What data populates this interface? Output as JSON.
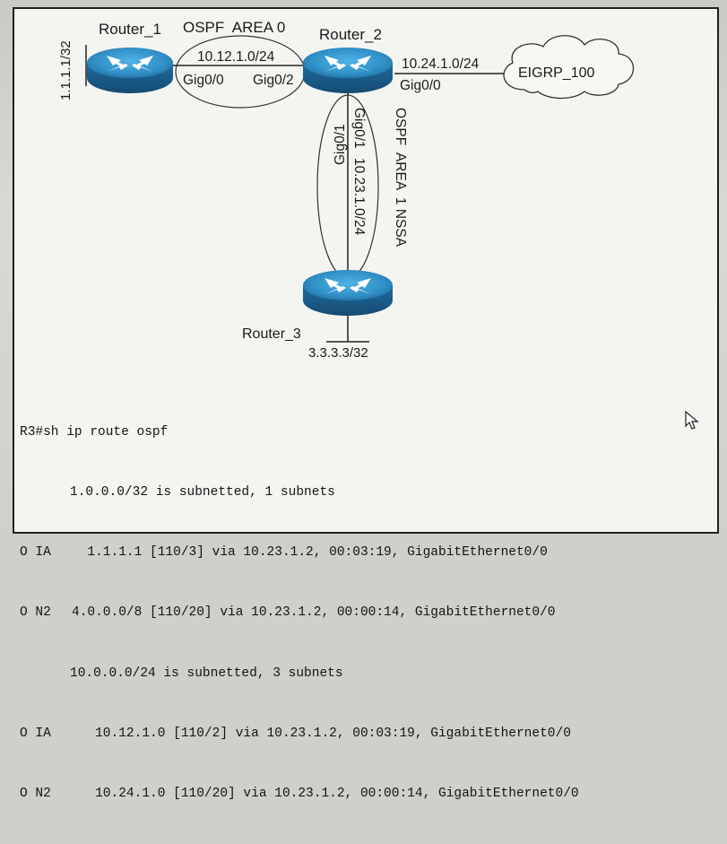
{
  "diagram": {
    "routers": [
      {
        "name": "Router_1",
        "loopback": "1.1.1.1/32"
      },
      {
        "name": "Router_2"
      },
      {
        "name": "Router_3",
        "loopback": "3.3.3.3/32"
      }
    ],
    "areas": {
      "area0": "OSPF  AREA 0",
      "area1": "OSPF  AREA  1 NSSA",
      "eigrp": "EIGRP_100"
    },
    "links": {
      "r1_r2": {
        "subnet": "10.12.1.0/24",
        "r1_if": "Gig0/0",
        "r2_if": "Gig0/2"
      },
      "r2_eigrp": {
        "subnet": "10.24.1.0/24",
        "r2_if": "Gig0/0"
      },
      "r2_r3": {
        "subnet": "10.23.1.0/24",
        "r2_if": "Gig0/1",
        "r3_if": "Gig0/1"
      }
    }
  },
  "terminal": {
    "command": "R3#sh ip route ospf",
    "lines": [
      {
        "code": "",
        "text": "1.0.0.0/32 is subnetted, 1 subnets"
      },
      {
        "code": "O IA",
        "text": "  1.1.1.1 [110/3] via 10.23.1.2, 00:03:19, GigabitEthernet0/0"
      },
      {
        "code": "O N2",
        "text": "4.0.0.0/8 [110/20] via 10.23.1.2, 00:00:14, GigabitEthernet0/0"
      },
      {
        "code": "",
        "text": "10.0.0.0/24 is subnetted, 3 subnets"
      },
      {
        "code": "O IA",
        "text": "   10.12.1.0 [110/2] via 10.23.1.2, 00:03:19, GigabitEthernet0/0"
      },
      {
        "code": "O N2",
        "text": "   10.24.1.0 [110/20] via 10.23.1.2, 00:00:14, GigabitEthernet0/0"
      }
    ]
  },
  "colors": {
    "router_top": "#2f8fc6",
    "router_side": "#1c5f8f",
    "link": "#222222",
    "panel": "#f4f4f1"
  }
}
